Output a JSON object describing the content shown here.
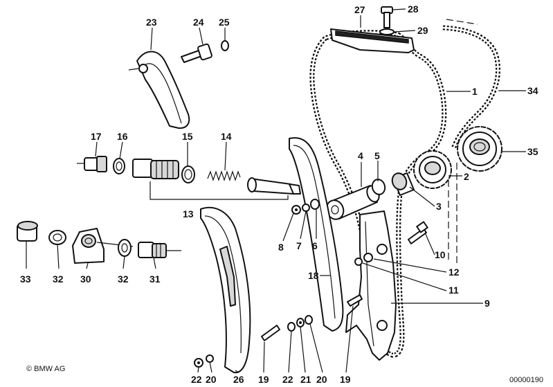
{
  "callouts": [
    {
      "id": "1",
      "label": "1"
    },
    {
      "id": "2",
      "label": "2"
    },
    {
      "id": "3",
      "label": "3"
    },
    {
      "id": "4",
      "label": "4"
    },
    {
      "id": "5",
      "label": "5"
    },
    {
      "id": "6",
      "label": "6"
    },
    {
      "id": "7",
      "label": "7"
    },
    {
      "id": "8",
      "label": "8"
    },
    {
      "id": "9",
      "label": "9"
    },
    {
      "id": "10",
      "label": "10"
    },
    {
      "id": "11",
      "label": "11"
    },
    {
      "id": "12",
      "label": "12"
    },
    {
      "id": "13",
      "label": "13"
    },
    {
      "id": "14",
      "label": "14"
    },
    {
      "id": "15",
      "label": "15"
    },
    {
      "id": "16",
      "label": "16"
    },
    {
      "id": "17",
      "label": "17"
    },
    {
      "id": "18",
      "label": "18"
    },
    {
      "id": "19a",
      "label": "19"
    },
    {
      "id": "19b",
      "label": "19"
    },
    {
      "id": "20a",
      "label": "20"
    },
    {
      "id": "20b",
      "label": "20"
    },
    {
      "id": "21",
      "label": "21"
    },
    {
      "id": "22a",
      "label": "22"
    },
    {
      "id": "22b",
      "label": "22"
    },
    {
      "id": "23",
      "label": "23"
    },
    {
      "id": "24",
      "label": "24"
    },
    {
      "id": "25",
      "label": "25"
    },
    {
      "id": "26",
      "label": "26"
    },
    {
      "id": "27",
      "label": "27"
    },
    {
      "id": "28",
      "label": "28"
    },
    {
      "id": "29",
      "label": "29"
    },
    {
      "id": "30",
      "label": "30"
    },
    {
      "id": "31",
      "label": "31"
    },
    {
      "id": "32a",
      "label": "32"
    },
    {
      "id": "32b",
      "label": "32"
    },
    {
      "id": "33",
      "label": "33"
    },
    {
      "id": "34",
      "label": "34"
    },
    {
      "id": "35",
      "label": "35"
    }
  ],
  "copyright": "© BMW AG",
  "drawing_number": "00000190"
}
